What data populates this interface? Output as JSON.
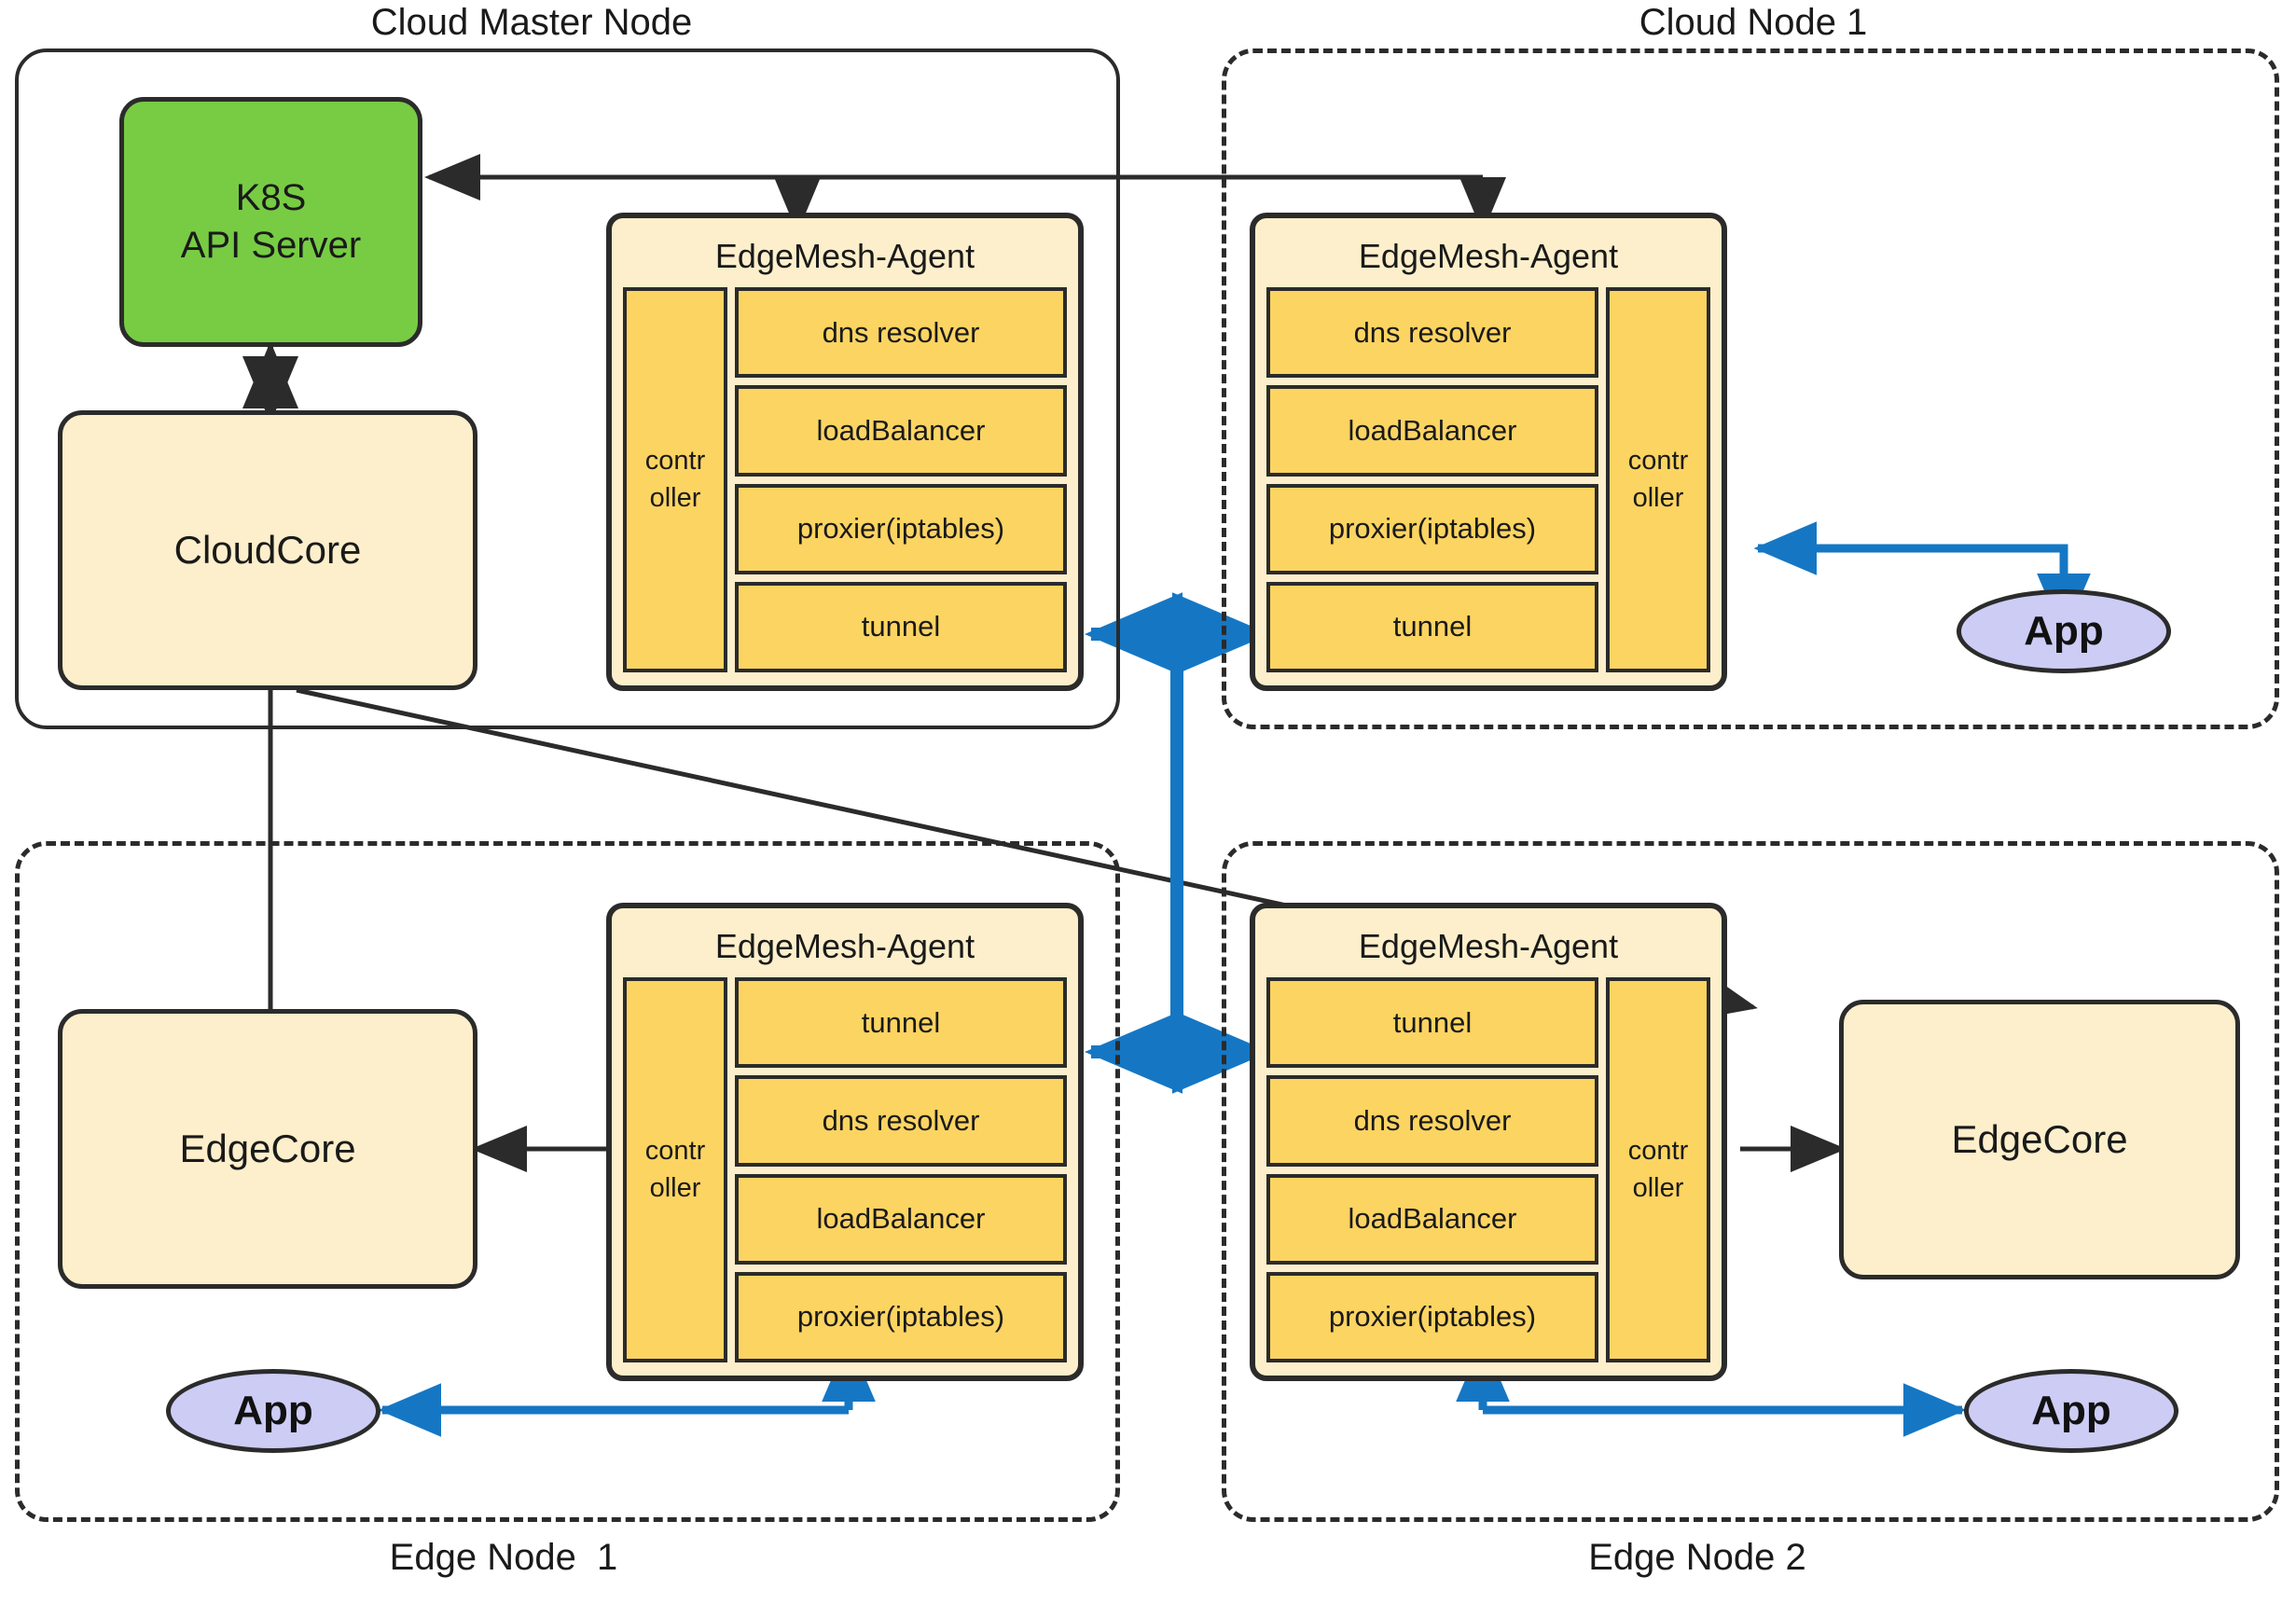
{
  "zones": {
    "cloud_master": {
      "title": "Cloud Master Node"
    },
    "cloud_node_1": {
      "title": "Cloud Node 1"
    },
    "edge_node_1": {
      "title": "Edge Node  1"
    },
    "edge_node_2": {
      "title": "Edge Node 2"
    }
  },
  "boxes": {
    "k8s_api_server": {
      "line1": "K8S",
      "line2": "API Server"
    },
    "cloudcore": {
      "label": "CloudCore"
    },
    "edgecore_1": {
      "label": "EdgeCore"
    },
    "edgecore_2": {
      "label": "EdgeCore"
    }
  },
  "agents": {
    "cloud_master_agent": {
      "title": "EdgeMesh-Agent",
      "controller": {
        "line1": "contr",
        "line2": "oller"
      },
      "controller_side": "left",
      "modules": [
        "dns resolver",
        "loadBalancer",
        "proxier(iptables)",
        "tunnel"
      ]
    },
    "cloud_node_1_agent": {
      "title": "EdgeMesh-Agent",
      "controller": {
        "line1": "contr",
        "line2": "oller"
      },
      "controller_side": "right",
      "modules": [
        "dns resolver",
        "loadBalancer",
        "proxier(iptables)",
        "tunnel"
      ]
    },
    "edge_node_1_agent": {
      "title": "EdgeMesh-Agent",
      "controller": {
        "line1": "contr",
        "line2": "oller"
      },
      "controller_side": "left",
      "modules": [
        "tunnel",
        "dns resolver",
        "loadBalancer",
        "proxier(iptables)"
      ]
    },
    "edge_node_2_agent": {
      "title": "EdgeMesh-Agent",
      "controller": {
        "line1": "contr",
        "line2": "oller"
      },
      "controller_side": "right",
      "modules": [
        "tunnel",
        "dns resolver",
        "loadBalancer",
        "proxier(iptables)"
      ]
    }
  },
  "apps": {
    "app_cloud_1": {
      "label": "App"
    },
    "app_edge_1": {
      "label": "App"
    },
    "app_edge_2": {
      "label": "App"
    }
  },
  "colors": {
    "stroke": "#2b2b2b",
    "cream": "#FDEFCB",
    "amber": "#FCD462",
    "green": "#77CC44",
    "lilac": "#CCCCF5",
    "blue": "#1577C4",
    "background": "#FFFFFF"
  }
}
